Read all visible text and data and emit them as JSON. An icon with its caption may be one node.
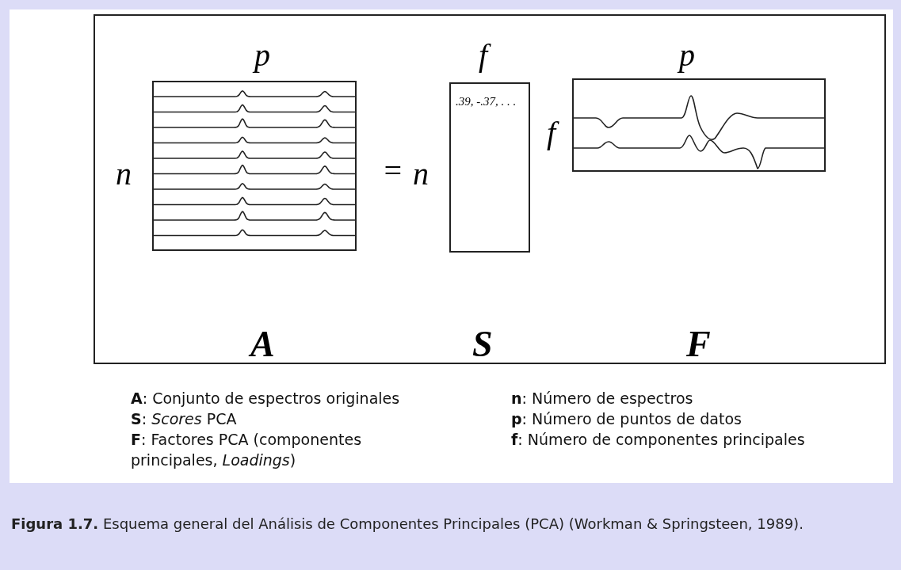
{
  "diagram": {
    "caption": "**Figura 1.7.** Esquema general del Análisis de Componentes Principales (PCA) (Workman & Springsteen, 1989).",
    "nodes": [
      {
        "text": [],
        "shape": "box"
      },
      {
        "text": [],
        "shape": "picture",
        "in": 0
      },
      {
        "text": [
          ".39, -.37, . . ."
        ],
        "in": 0
      },
      {
        "text": [],
        "shape": "picture",
        "in": 0
      }
    ],
    "labels": [
      "p",
      "f",
      "p",
      "n",
      "=",
      "n",
      "f",
      "A",
      "S",
      "F",
      "**A**: Conjunto de espectros originales",
      "**n**: Número de espectros",
      "**S**: *Scores* PCA",
      "**p**: Número de puntos de datos",
      "**F**: Factores PCA (componentes principales, *Loadings*)",
      "**f**: Número de componentes principales"
    ]
  }
}
